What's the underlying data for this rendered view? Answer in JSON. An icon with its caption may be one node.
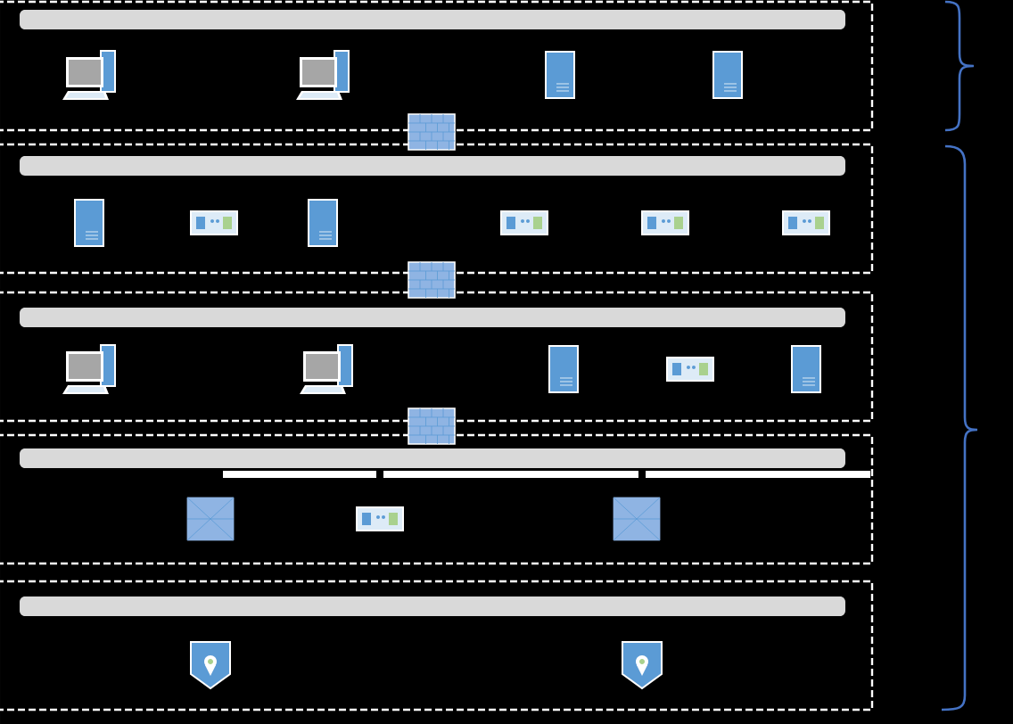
{
  "diagram": {
    "nodes": [
      {
        "text": [],
        "shape": "box"
      },
      {
        "text": [],
        "shape": "bar",
        "in": 0
      },
      {
        "text": [],
        "shape": "computer",
        "in": 0
      },
      {
        "text": [],
        "shape": "computer",
        "in": 0
      },
      {
        "text": [],
        "shape": "server",
        "in": 0
      },
      {
        "text": [],
        "shape": "server",
        "in": 0
      },
      {
        "text": [],
        "shape": "firewall"
      },
      {
        "text": [],
        "shape": "box"
      },
      {
        "text": [],
        "shape": "bar",
        "in": 7
      },
      {
        "text": [],
        "shape": "server",
        "in": 7
      },
      {
        "text": [],
        "shape": "device",
        "in": 7
      },
      {
        "text": [],
        "shape": "server",
        "in": 7
      },
      {
        "text": [],
        "shape": "device",
        "in": 7
      },
      {
        "text": [],
        "shape": "device",
        "in": 7
      },
      {
        "text": [],
        "shape": "device",
        "in": 7
      },
      {
        "text": [],
        "shape": "firewall"
      },
      {
        "text": [],
        "shape": "box"
      },
      {
        "text": [],
        "shape": "bar",
        "in": 16
      },
      {
        "text": [],
        "shape": "computer",
        "in": 16
      },
      {
        "text": [],
        "shape": "computer",
        "in": 16
      },
      {
        "text": [],
        "shape": "server",
        "in": 16
      },
      {
        "text": [],
        "shape": "device",
        "in": 16
      },
      {
        "text": [],
        "shape": "server",
        "in": 16
      },
      {
        "text": [],
        "shape": "firewall"
      },
      {
        "text": [],
        "shape": "box"
      },
      {
        "text": [],
        "shape": "bar",
        "in": 24
      },
      {
        "text": [],
        "shape": "switch",
        "in": 24
      },
      {
        "text": [],
        "shape": "device",
        "in": 24
      },
      {
        "text": [],
        "shape": "switch",
        "in": 24
      },
      {
        "text": [],
        "shape": "box"
      },
      {
        "text": [],
        "shape": "bar",
        "in": 29
      },
      {
        "text": [],
        "shape": "sensor",
        "in": 29
      },
      {
        "text": [],
        "shape": "sensor",
        "in": 29
      }
    ]
  }
}
